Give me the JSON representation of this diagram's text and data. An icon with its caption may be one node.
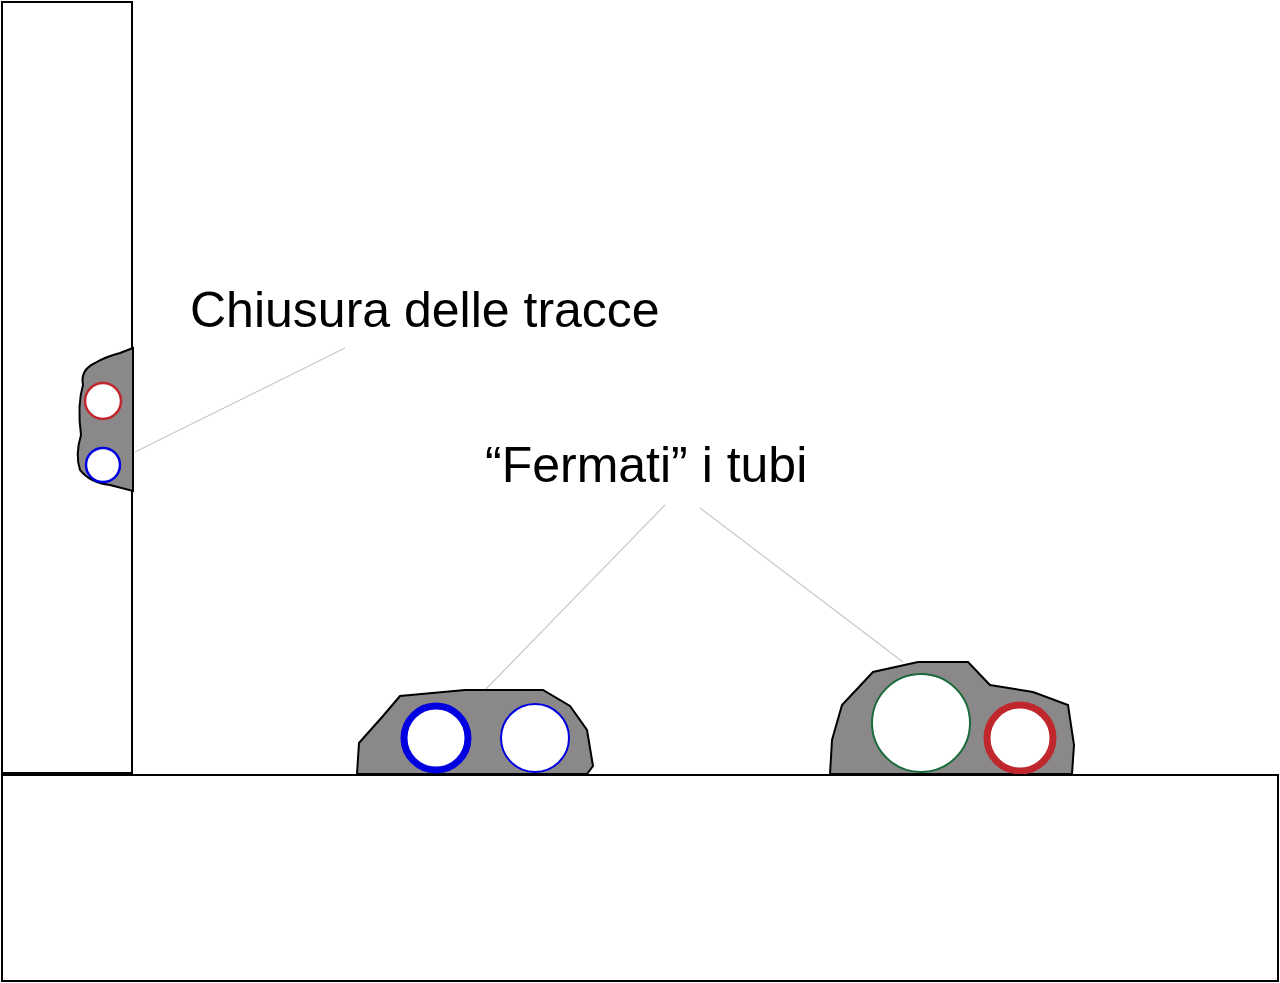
{
  "diagram": {
    "nodes": [
      {
        "text": [],
        "shape": "box"
      },
      {
        "text": [
          "Chiusura delle tracce"
        ]
      },
      {
        "text": [],
        "shape": "patch",
        "in": 0
      },
      {
        "text": [
          "“Fermati” i tubi"
        ]
      },
      {
        "text": [],
        "shape": "patch"
      },
      {
        "text": [],
        "shape": "patch"
      },
      {
        "text": [],
        "shape": "box"
      }
    ],
    "edges": [
      {
        "from": 1,
        "to": 2,
        "arrow": "none"
      },
      {
        "from": 3,
        "to": 4,
        "arrow": "none"
      },
      {
        "from": 3,
        "to": 5,
        "arrow": "none"
      }
    ]
  }
}
